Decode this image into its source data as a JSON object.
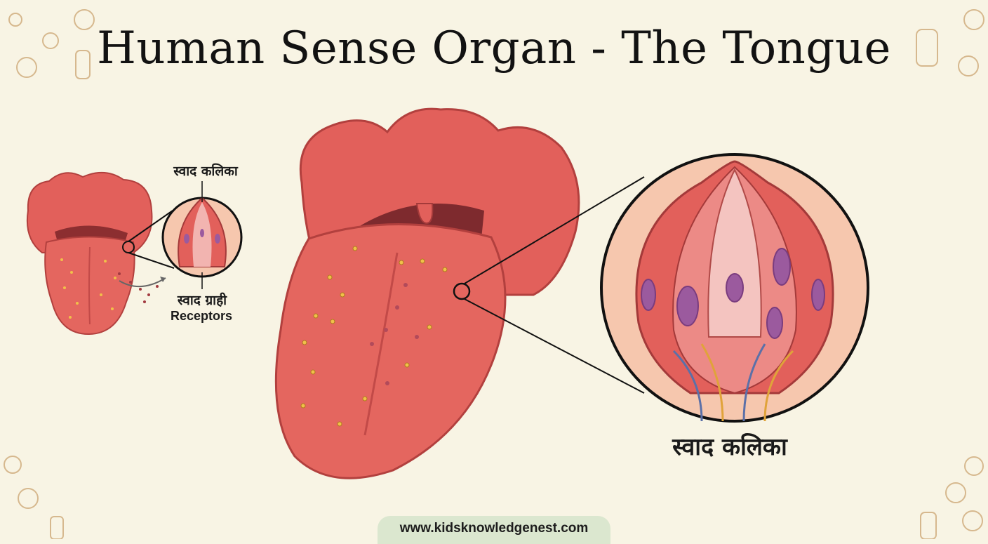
{
  "title": "Human Sense Organ - The Tongue",
  "small_diagram": {
    "top_label": "स्वाद कलिका",
    "bottom_label_hindi": "स्वाद ग्राही",
    "bottom_label_english": "Receptors"
  },
  "big_diagram": {
    "bud_label": "स्वाद कलिका"
  },
  "footer": {
    "url": "www.kidsknowledgenest.com"
  },
  "colors": {
    "background": "#f8f4e4",
    "tongue": "#e2605b",
    "tongue_dark": "#c84a48",
    "bud_fill": "#f6c7ae",
    "receptor_purple": "#9b5a9e",
    "papilla_yellow": "#f1c04a",
    "footer_bg": "#dbe7cf"
  },
  "icons": [
    "candy-icon",
    "pretzel-icon",
    "lemon-icon",
    "salt-shaker-icon",
    "mushroom-icon",
    "tomato-icon",
    "chili-icon"
  ]
}
